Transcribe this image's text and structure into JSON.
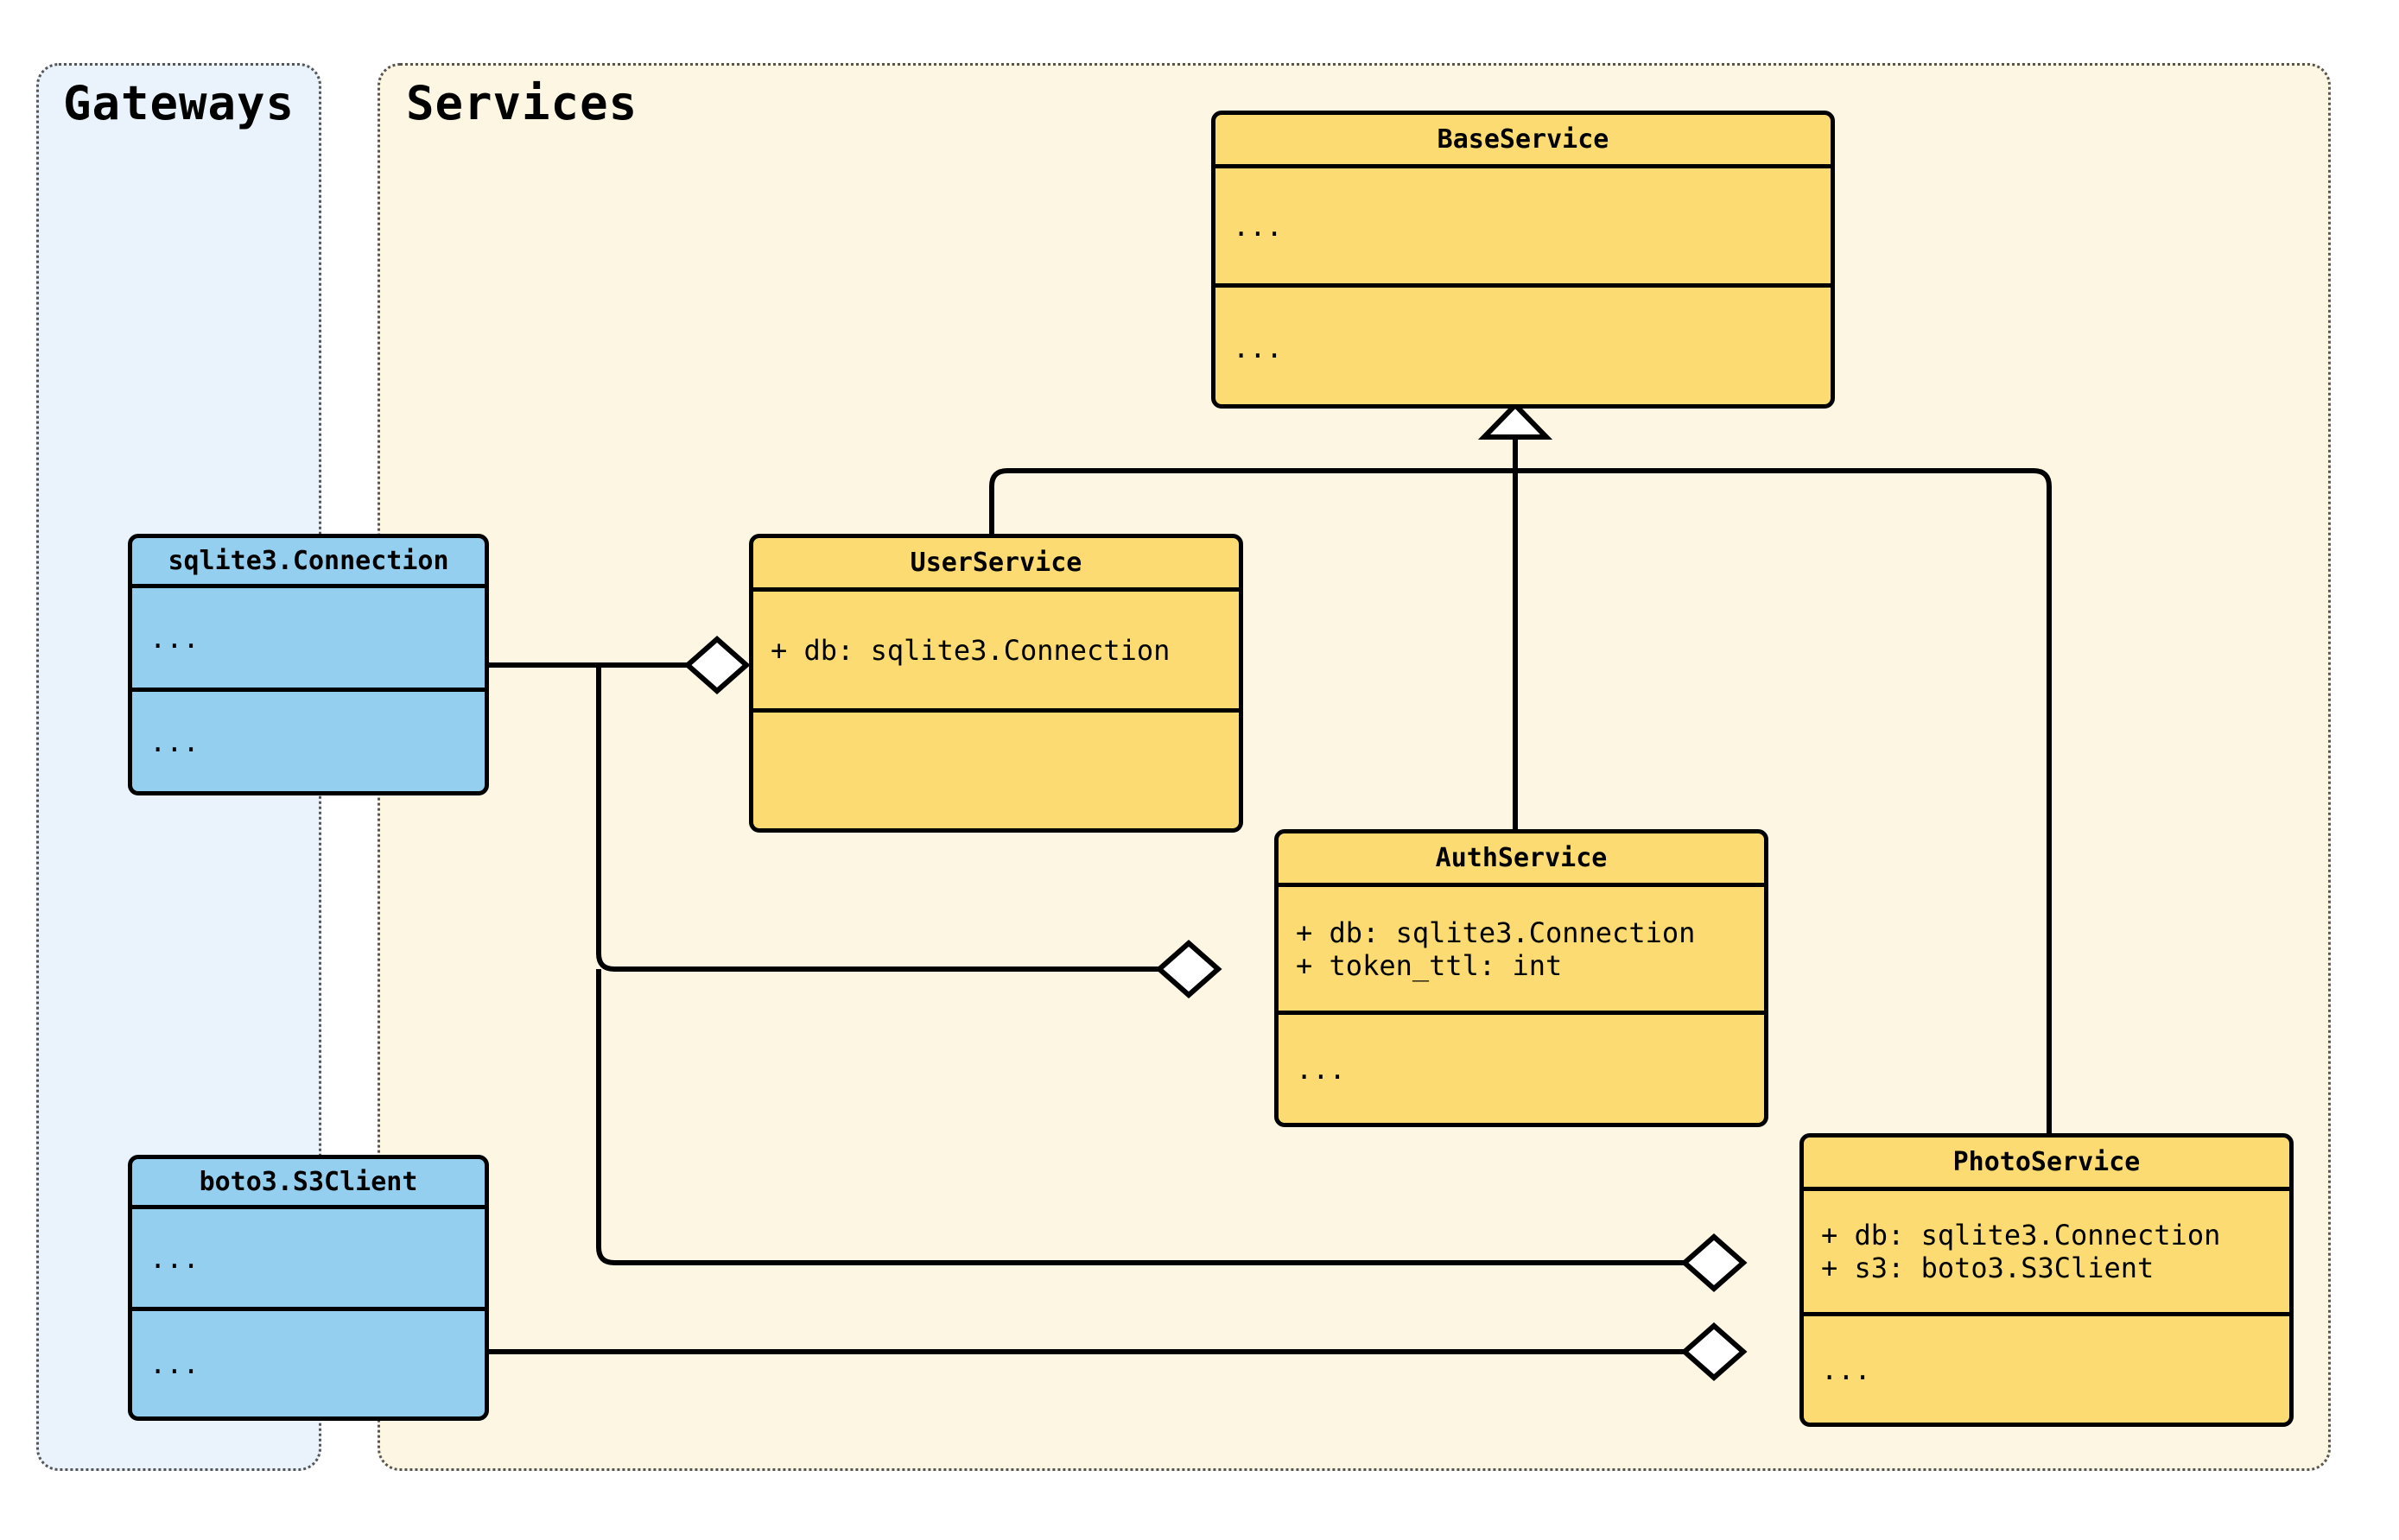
{
  "diagram": {
    "type": "uml-class-diagram",
    "packages": [
      {
        "id": "gateways",
        "title": "Gateways",
        "fill": "#EAF3FC",
        "border": "#555555",
        "title_align": "center"
      },
      {
        "id": "services",
        "title": "Services",
        "fill": "#FDF6E3",
        "border": "#555555",
        "title_align": "left"
      }
    ],
    "classes": [
      {
        "id": "sqlite3-connection",
        "name": "sqlite3.Connection",
        "package": "gateways",
        "fill": "#95CFEF",
        "attributes": [
          "..."
        ],
        "operations": [
          "..."
        ]
      },
      {
        "id": "boto3-s3client",
        "name": "boto3.S3Client",
        "package": "gateways",
        "fill": "#95CFEF",
        "attributes": [
          "..."
        ],
        "operations": [
          "..."
        ]
      },
      {
        "id": "baseservice",
        "name": "BaseService",
        "package": "services",
        "fill": "#FCDC72",
        "attributes": [
          "..."
        ],
        "operations": [
          "..."
        ]
      },
      {
        "id": "userservice",
        "name": "UserService",
        "package": "services",
        "fill": "#FCDC72",
        "attributes": [
          "+ db: sqlite3.Connection"
        ],
        "operations": []
      },
      {
        "id": "authservice",
        "name": "AuthService",
        "package": "services",
        "fill": "#FCDC72",
        "attributes": [
          "+ db: sqlite3.Connection",
          "+ token_ttl: int"
        ],
        "operations": [
          "..."
        ]
      },
      {
        "id": "photoservice",
        "name": "PhotoService",
        "package": "services",
        "fill": "#FCDC72",
        "attributes": [
          "+ db: sqlite3.Connection",
          "+ s3: boto3.S3Client"
        ],
        "operations": [
          "..."
        ]
      }
    ],
    "relationships": [
      {
        "kind": "generalization",
        "from": "userservice",
        "to": "baseservice"
      },
      {
        "kind": "generalization",
        "from": "authservice",
        "to": "baseservice"
      },
      {
        "kind": "generalization",
        "from": "photoservice",
        "to": "baseservice"
      },
      {
        "kind": "aggregation",
        "from": "userservice",
        "to": "sqlite3-connection"
      },
      {
        "kind": "aggregation",
        "from": "authservice",
        "to": "sqlite3-connection"
      },
      {
        "kind": "aggregation",
        "from": "photoservice",
        "to": "sqlite3-connection"
      },
      {
        "kind": "aggregation",
        "from": "photoservice",
        "to": "boto3-s3client"
      }
    ],
    "colors": {
      "gateway_fill": "#95CFEF",
      "service_fill": "#FCDC72",
      "gateway_package_fill": "#EAF3FC",
      "service_package_fill": "#FDF6E3",
      "line": "#000000"
    }
  }
}
